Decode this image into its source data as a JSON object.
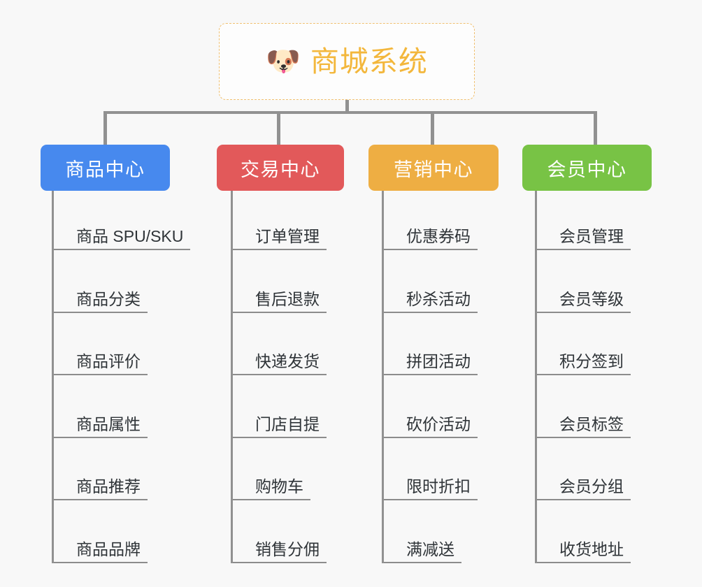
{
  "diagram": {
    "type": "mindmap-tree",
    "background_color": "#f8f8f8",
    "connector_color": "#919191",
    "root": {
      "emoji": "dog-face-emoji",
      "emoji_glyph": "🐶",
      "title": "商城系统",
      "text_color": "#f3b73c",
      "border_color": "#f0c070",
      "border_style": "dashed"
    },
    "branches": [
      {
        "id": "product-center",
        "label": "商品中心",
        "color": "#4789ee",
        "items": [
          "商品 SPU/SKU",
          "商品分类",
          "商品评价",
          "商品属性",
          "商品推荐",
          "商品品牌"
        ]
      },
      {
        "id": "trade-center",
        "label": "交易中心",
        "color": "#e2595a",
        "items": [
          "订单管理",
          "售后退款",
          "快递发货",
          "门店自提",
          "购物车",
          "销售分佣"
        ]
      },
      {
        "id": "marketing-center",
        "label": "营销中心",
        "color": "#eeae43",
        "items": [
          "优惠券码",
          "秒杀活动",
          "拼团活动",
          "砍价活动",
          "限时折扣",
          "满减送"
        ]
      },
      {
        "id": "member-center",
        "label": "会员中心",
        "color": "#78c345",
        "items": [
          "会员管理",
          "会员等级",
          "积分签到",
          "会员标签",
          "会员分组",
          "收货地址"
        ]
      }
    ]
  }
}
